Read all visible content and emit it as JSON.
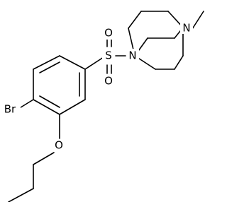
{
  "molecule": {
    "atoms": {
      "bromine": "Br",
      "sulfur": "S",
      "sulfonyl_oxygen_top": "O",
      "sulfonyl_oxygen_bottom": "O",
      "piperazine_nitrogen_sulfonyl": "N",
      "piperazine_nitrogen_methyl": "N",
      "ether_oxygen": "O"
    },
    "colors": {
      "bond": "#000000",
      "label": "#000000",
      "background": "#ffffff"
    }
  }
}
